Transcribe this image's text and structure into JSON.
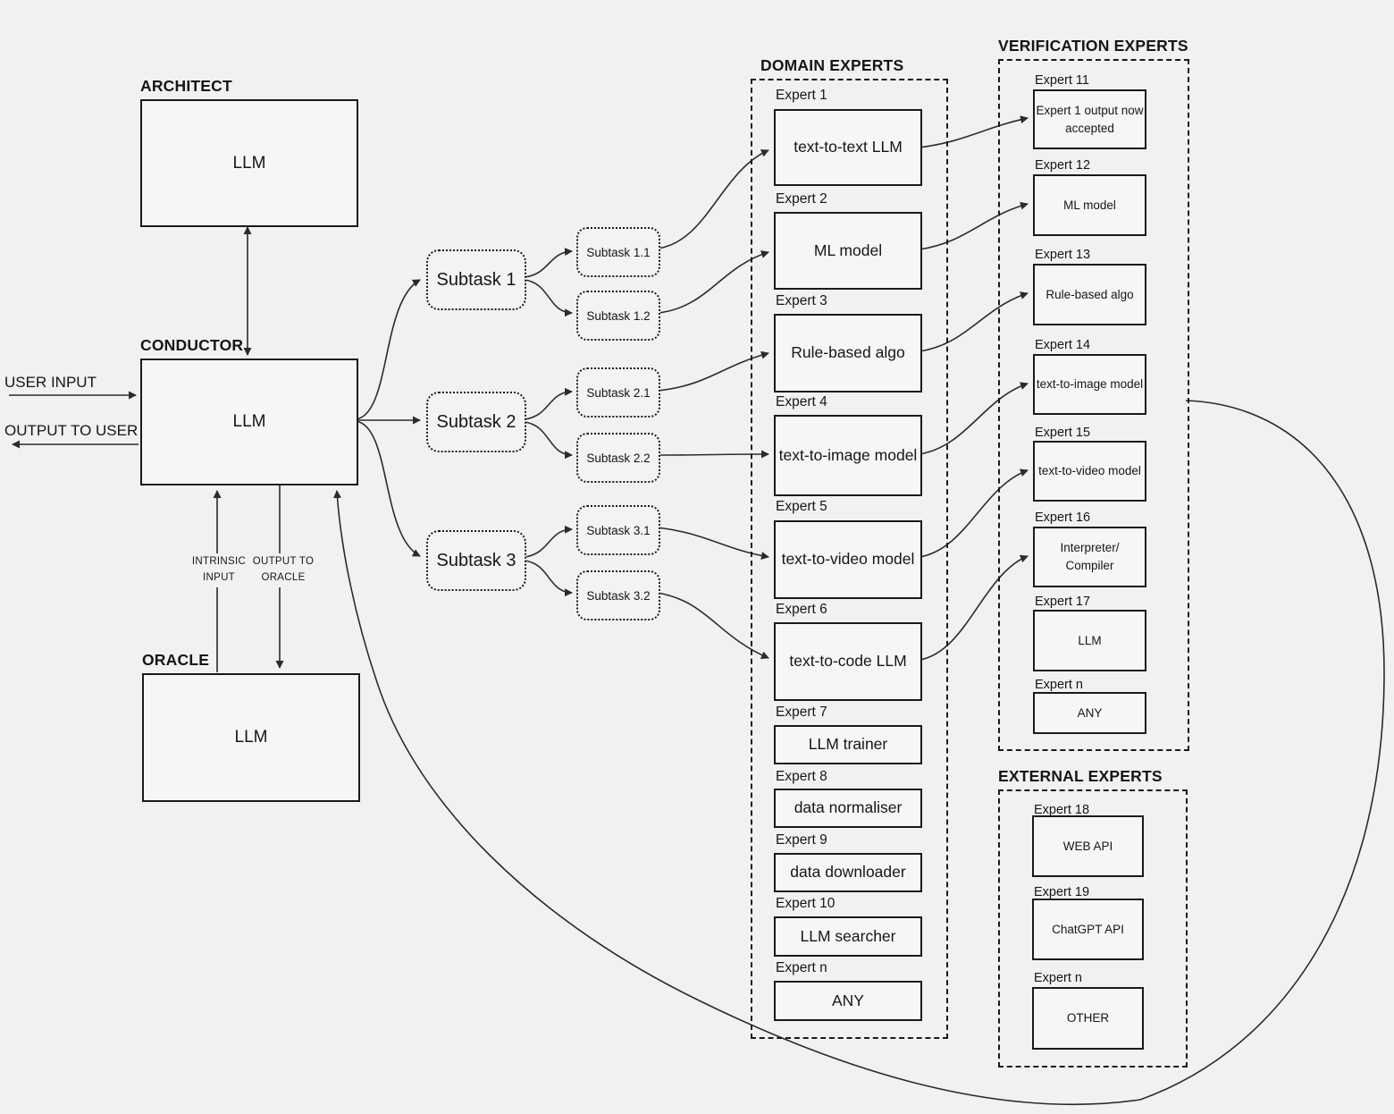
{
  "colors": {
    "background": "#f1f1f0",
    "line": "#2b2b2b",
    "border": "#1a1a1a",
    "box_fill": "#f6f6f5"
  },
  "core": {
    "architect_title": "ARCHITECT",
    "architect_content": "LLM",
    "conductor_title": "CONDUCTOR",
    "conductor_content": "LLM",
    "oracle_title": "ORACLE",
    "oracle_content": "LLM"
  },
  "io": {
    "user_input": "USER INPUT",
    "output_to_user": "OUTPUT TO USER",
    "intrinsic_input_line1": "INTRINSIC",
    "intrinsic_input_line2": "INPUT",
    "output_to_oracle_line1": "OUTPUT TO",
    "output_to_oracle_line2": "ORACLE"
  },
  "subtasks": [
    {
      "label": "Subtask 1"
    },
    {
      "label": "Subtask 2"
    },
    {
      "label": "Subtask 3"
    }
  ],
  "subsubtasks": [
    {
      "label": "Subtask 1.1"
    },
    {
      "label": "Subtask 1.2"
    },
    {
      "label": "Subtask 2.1"
    },
    {
      "label": "Subtask 2.2"
    },
    {
      "label": "Subtask 3.1"
    },
    {
      "label": "Subtask 3.2"
    }
  ],
  "domain_experts": {
    "title": "DOMAIN EXPERTS",
    "items": [
      {
        "label": "Expert 1",
        "content": "text-to-text LLM"
      },
      {
        "label": "Expert 2",
        "content": "ML model"
      },
      {
        "label": "Expert 3",
        "content": "Rule-based algo"
      },
      {
        "label": "Expert 4",
        "content": "text-to-image model"
      },
      {
        "label": "Expert 5",
        "content": "text-to-video model"
      },
      {
        "label": "Expert 6",
        "content": "text-to-code LLM"
      },
      {
        "label": "Expert 7",
        "content": "LLM trainer"
      },
      {
        "label": "Expert 8",
        "content": "data normaliser"
      },
      {
        "label": "Expert 9",
        "content": "data downloader"
      },
      {
        "label": "Expert 10",
        "content": "LLM searcher"
      },
      {
        "label": "Expert n",
        "content": "ANY"
      }
    ]
  },
  "verification_experts": {
    "title": "VERIFICATION EXPERTS",
    "items": [
      {
        "label": "Expert 11",
        "content": "Expert 1 output now accepted"
      },
      {
        "label": "Expert 12",
        "content": "ML model"
      },
      {
        "label": "Expert 13",
        "content": "Rule-based algo"
      },
      {
        "label": "Expert 14",
        "content": "text-to-image model"
      },
      {
        "label": "Expert 15",
        "content": "text-to-video model"
      },
      {
        "label": "Expert 16",
        "content": "Interpreter/ Compiler"
      },
      {
        "label": "Expert 17",
        "content": "LLM"
      },
      {
        "label": "Expert n",
        "content": "ANY"
      }
    ]
  },
  "external_experts": {
    "title": "EXTERNAL EXPERTS",
    "items": [
      {
        "label": "Expert 18",
        "content": "WEB API"
      },
      {
        "label": "Expert 19",
        "content": "ChatGPT API"
      },
      {
        "label": "Expert n",
        "content": "OTHER"
      }
    ]
  }
}
